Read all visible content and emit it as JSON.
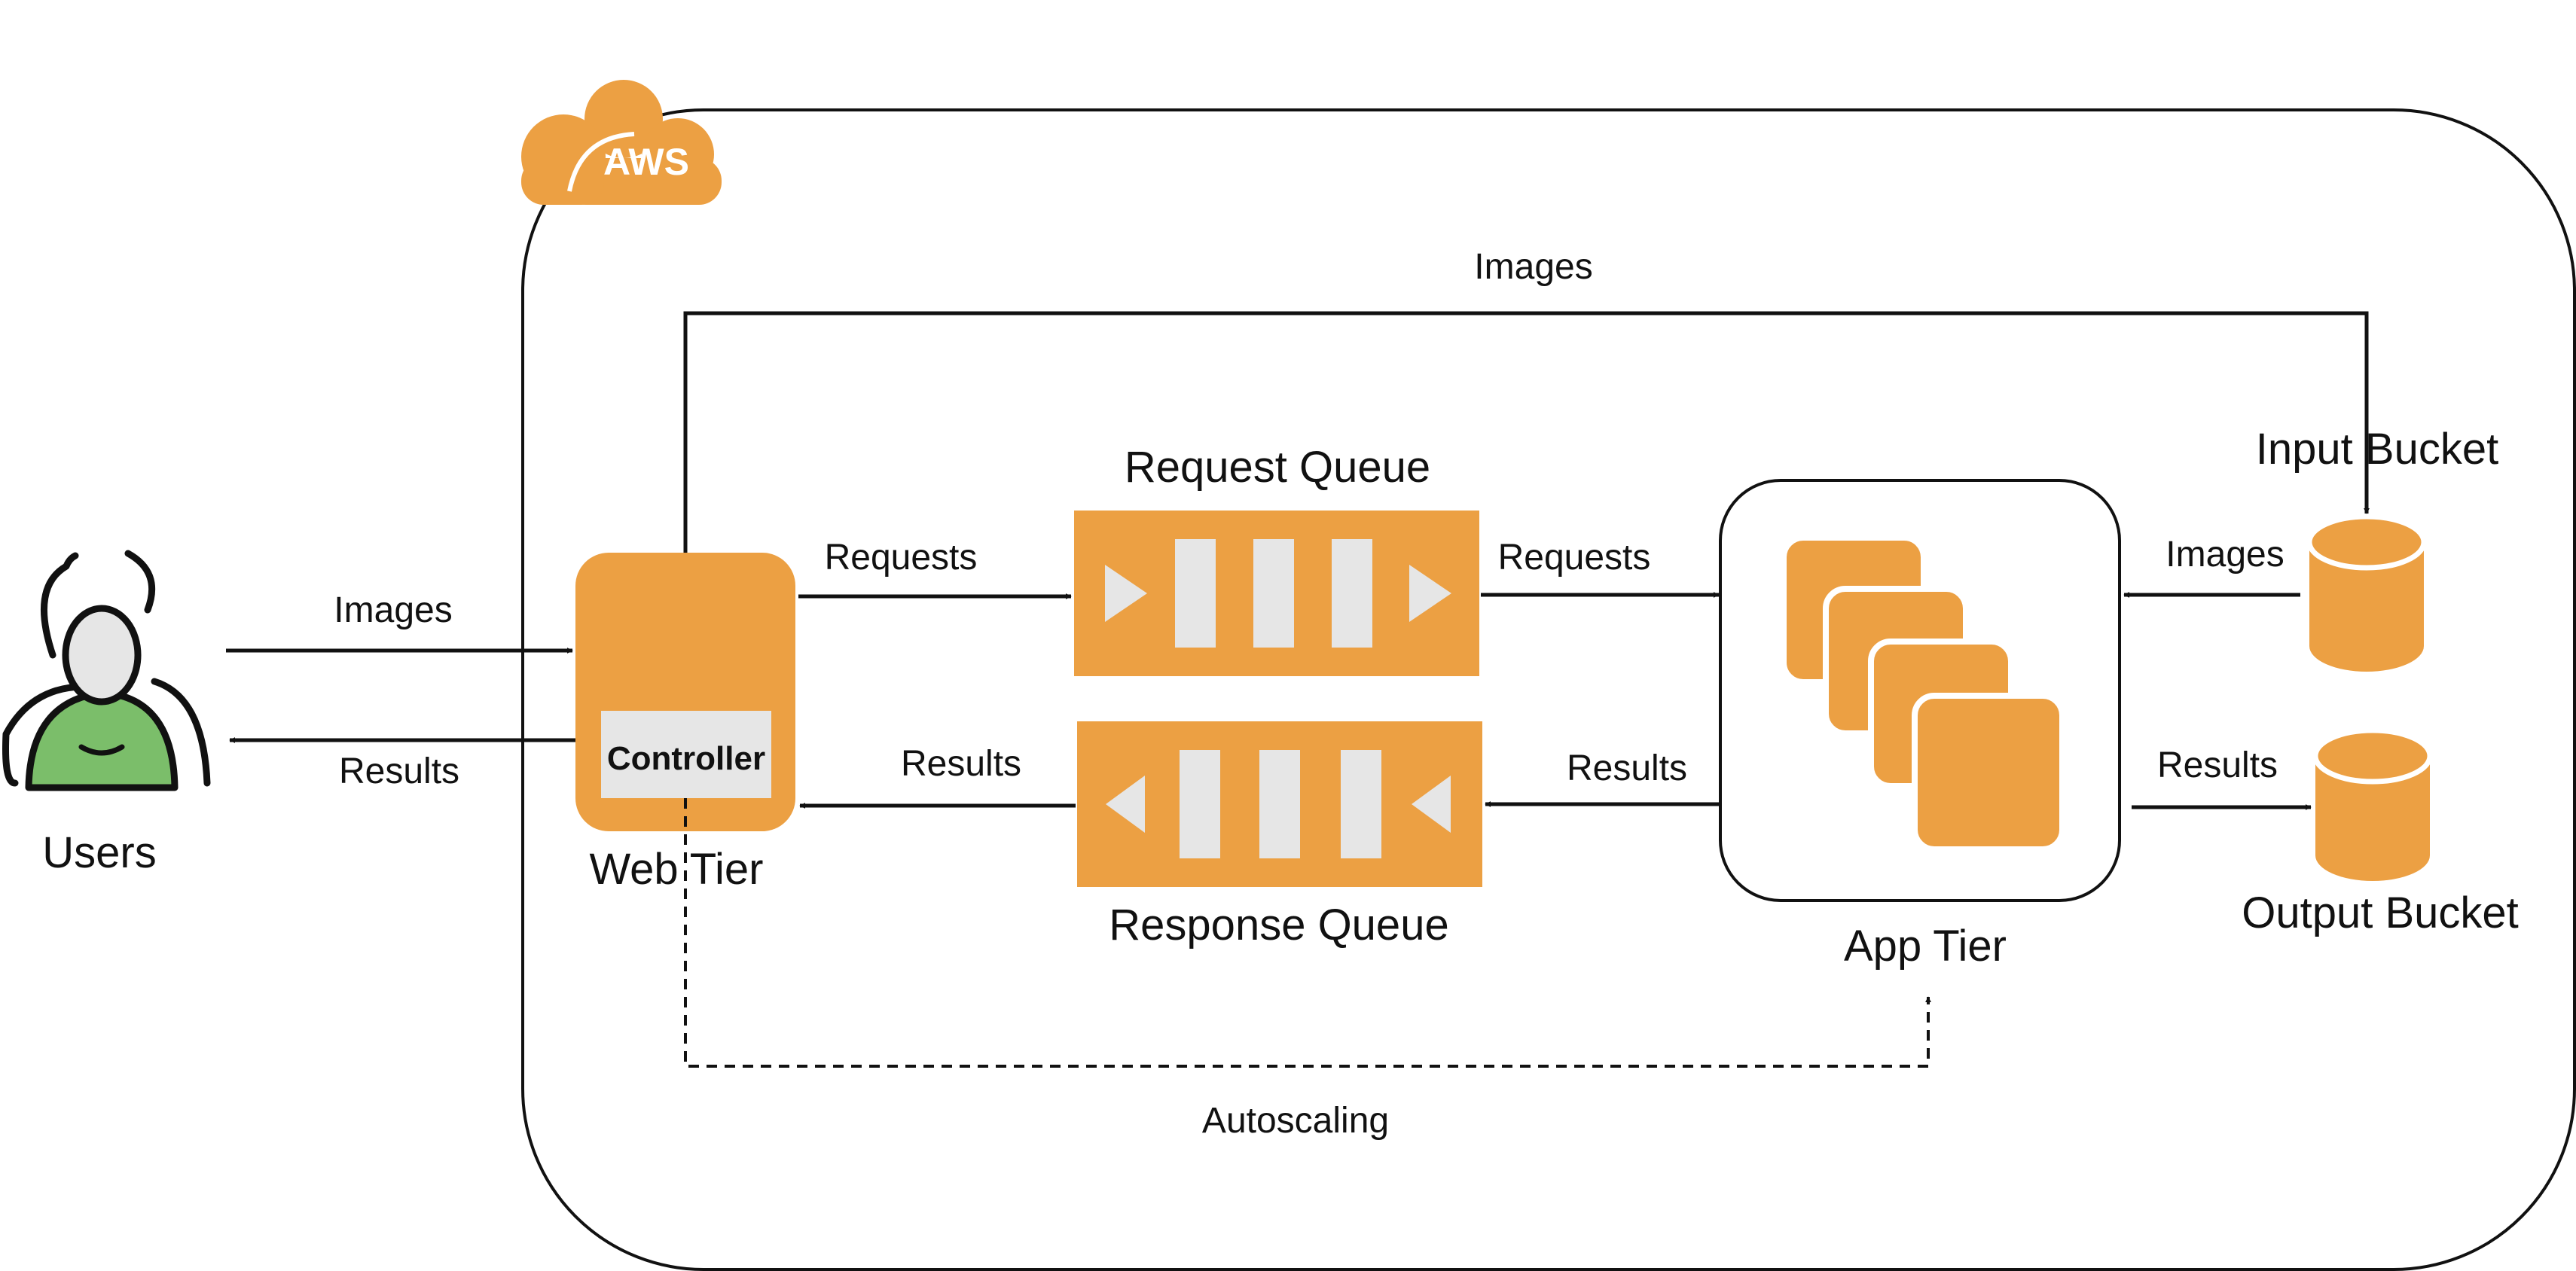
{
  "colors": {
    "orange": "#ECA043",
    "gray": "#E6E6E6",
    "green": "#7BBE6A",
    "stroke": "#111111"
  },
  "cloud": {
    "badge": "AWS",
    "icon": "aws-cloud-icon"
  },
  "users": {
    "label": "Users",
    "icon": "user-group-icon"
  },
  "web_tier": {
    "label": "Web Tier",
    "controller": "Controller"
  },
  "request_queue": {
    "label": "Request Queue"
  },
  "response_queue": {
    "label": "Response Queue"
  },
  "app_tier": {
    "label": "App Tier",
    "icon": "server-stack-icon"
  },
  "input_bucket": {
    "label": "Input Bucket",
    "icon": "bucket-icon"
  },
  "output_bucket": {
    "label": "Output Bucket",
    "icon": "bucket-icon"
  },
  "flows": {
    "users_to_web": "Images",
    "web_to_users": "Results",
    "web_to_request_queue": "Requests",
    "request_queue_to_app": "Requests",
    "app_to_response_queue": "Results",
    "response_queue_to_web": "Results",
    "web_to_input_bucket": "Images",
    "input_bucket_to_app": "Images",
    "app_to_output_bucket": "Results",
    "autoscaling": "Autoscaling"
  }
}
